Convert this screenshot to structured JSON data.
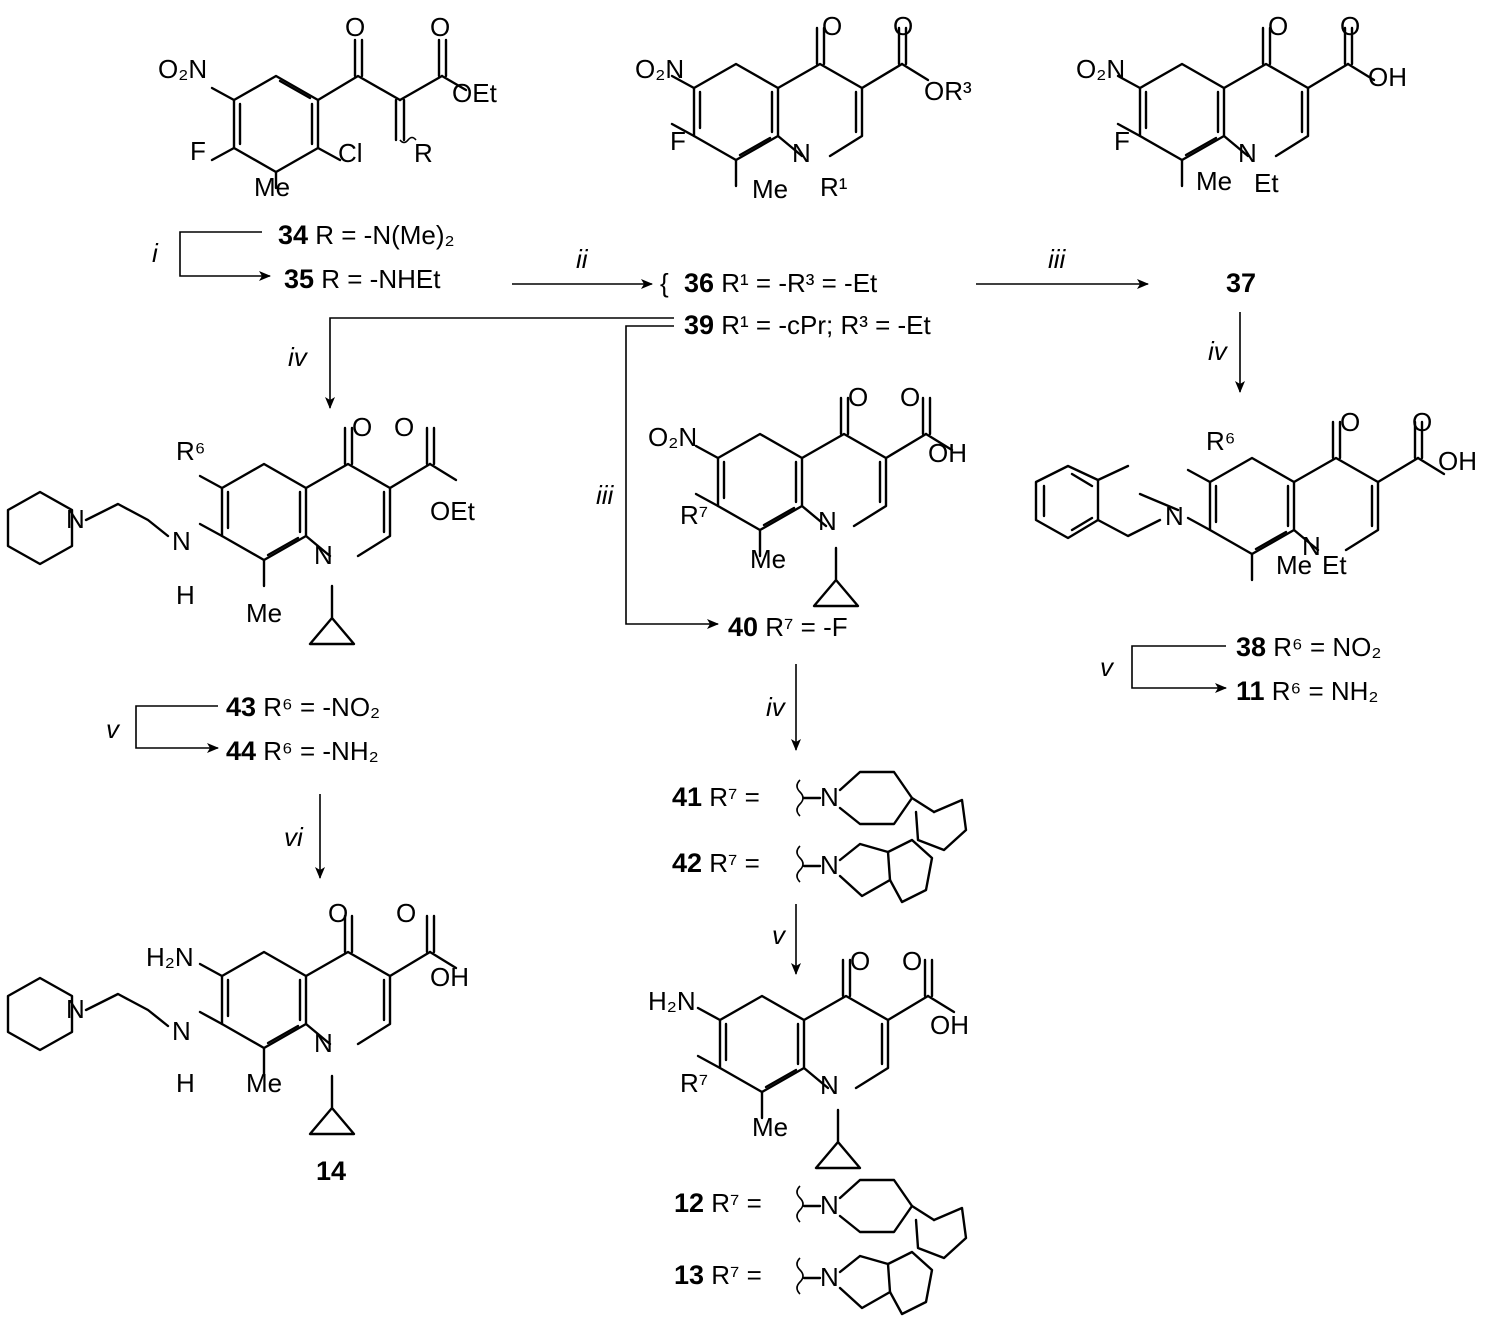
{
  "atoms": {
    "O": "O",
    "O2N": "O₂N",
    "H2N": "H₂N",
    "F": "F",
    "Cl": "Cl",
    "Me": "Me",
    "N": "N",
    "H": "H",
    "R": "R",
    "OEt": "OEt",
    "OH": "OH",
    "Et": "Et",
    "R1": "R¹",
    "R6": "R⁶",
    "R7": "R⁷",
    "OR3": "OR³"
  },
  "labels": {
    "l34": {
      "num": "34",
      "text": " R = -N(Me)₂"
    },
    "l35": {
      "num": "35",
      "text": " R = -NHEt"
    },
    "l36": {
      "num": "36",
      "text": " R¹ = -R³ = -Et"
    },
    "l37": {
      "num": "37",
      "text": ""
    },
    "l38": {
      "num": "38",
      "text": " R⁶ = NO₂"
    },
    "l11": {
      "num": "11",
      "text": " R⁶ = NH₂"
    },
    "l39": {
      "num": "39",
      "text": " R¹ = -cPr; R³ = -Et"
    },
    "l40": {
      "num": "40",
      "text": " R⁷ = -F"
    },
    "l41": {
      "num": "41",
      "text": " R⁷ ="
    },
    "l42": {
      "num": "42",
      "text": " R⁷ ="
    },
    "l43": {
      "num": "43",
      "text": " R⁶ = -NO₂"
    },
    "l44": {
      "num": "44",
      "text": " R⁶ = -NH₂"
    },
    "l12": {
      "num": "12",
      "text": " R⁷ ="
    },
    "l13": {
      "num": "13",
      "text": " R⁷ ="
    },
    "l14": {
      "num": "14",
      "text": ""
    }
  },
  "conditions": {
    "i": "i",
    "ii": "ii",
    "iii": "iii",
    "iv": "iv",
    "v": "v",
    "vi": "vi"
  },
  "brace": "{"
}
